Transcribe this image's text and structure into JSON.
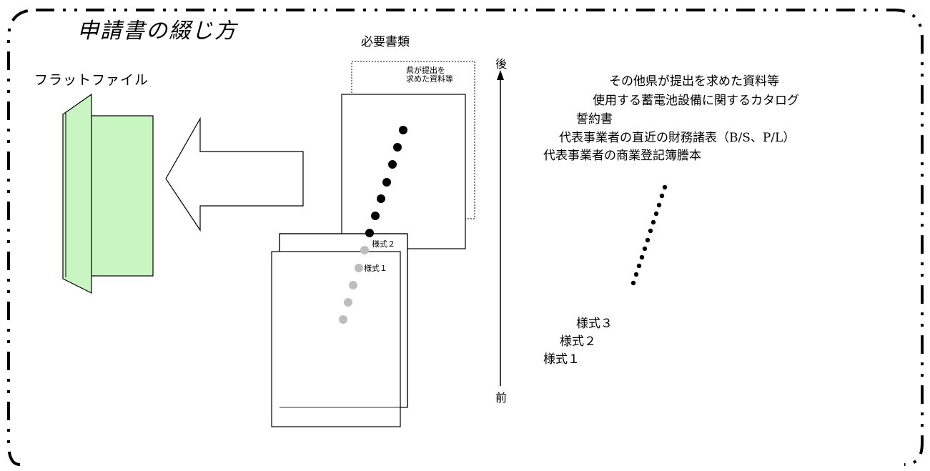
{
  "title": "申請書の綴じ方",
  "flat_file_label": "フラットファイル",
  "required_docs_label": "必要書類",
  "doc_labels": {
    "back_doc": "県が提出を\n求めた資料等",
    "form2": "様式２",
    "form1": "様式１"
  },
  "axis": {
    "back": "後",
    "front": "前"
  },
  "order_list": [
    "その他県が提出を求めた資料等",
    "使用する蓄電池設備に関するカタログ",
    "誓約書",
    "代表事業者の直近の財務諸表（B/S、P/L）",
    "代表事業者の商業登記簿謄本"
  ],
  "forms_list": [
    "様式３",
    "様式２",
    "様式１"
  ],
  "colors": {
    "file_green": "#c9f5c2",
    "dots_black": "#000000",
    "dots_gray": "#bdbdbd",
    "frame": "#000000"
  }
}
